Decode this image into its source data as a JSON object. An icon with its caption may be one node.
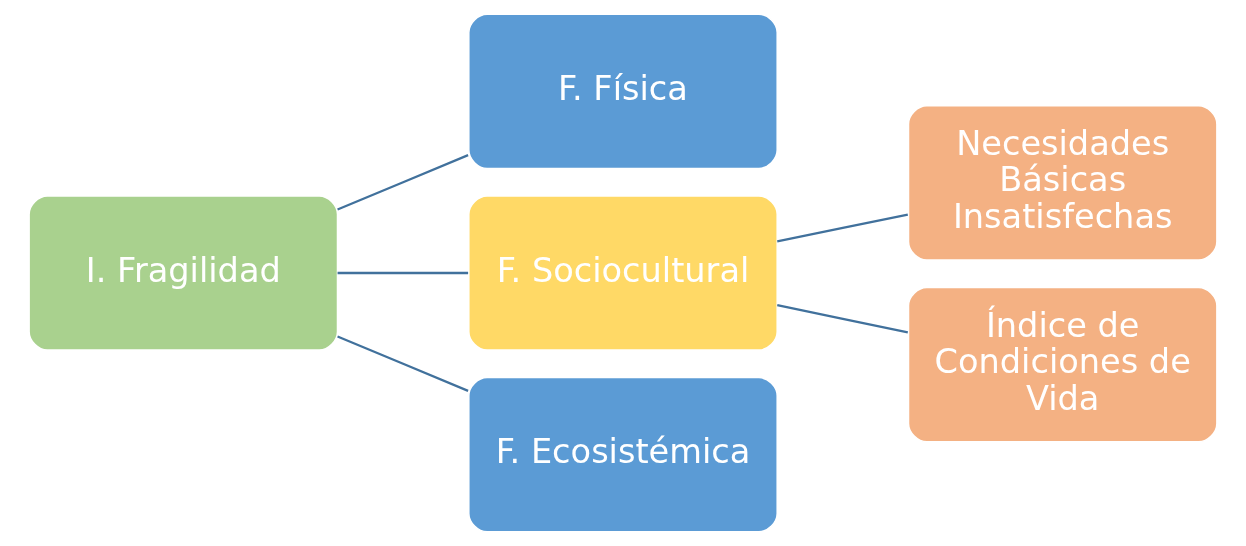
{
  "diagram": {
    "nodes": [
      {
        "text": [
          "I. Fragilidad"
        ]
      },
      {
        "text": [
          "F. Física"
        ]
      },
      {
        "text": [
          "F. Sociocultural"
        ]
      },
      {
        "text": [
          "F. Ecosistémica"
        ]
      },
      {
        "text": [
          "Necesidades Básicas Insatisfechas"
        ]
      },
      {
        "text": [
          "Índice de Condiciones de Vida"
        ]
      }
    ],
    "edges": [
      {
        "from": 0,
        "to": 1,
        "arrow": "none"
      },
      {
        "from": 0,
        "to": 2,
        "arrow": "none"
      },
      {
        "from": 0,
        "to": 3,
        "arrow": "none"
      },
      {
        "from": 2,
        "to": 4,
        "arrow": "none"
      },
      {
        "from": 2,
        "to": 5,
        "arrow": "none"
      }
    ]
  }
}
